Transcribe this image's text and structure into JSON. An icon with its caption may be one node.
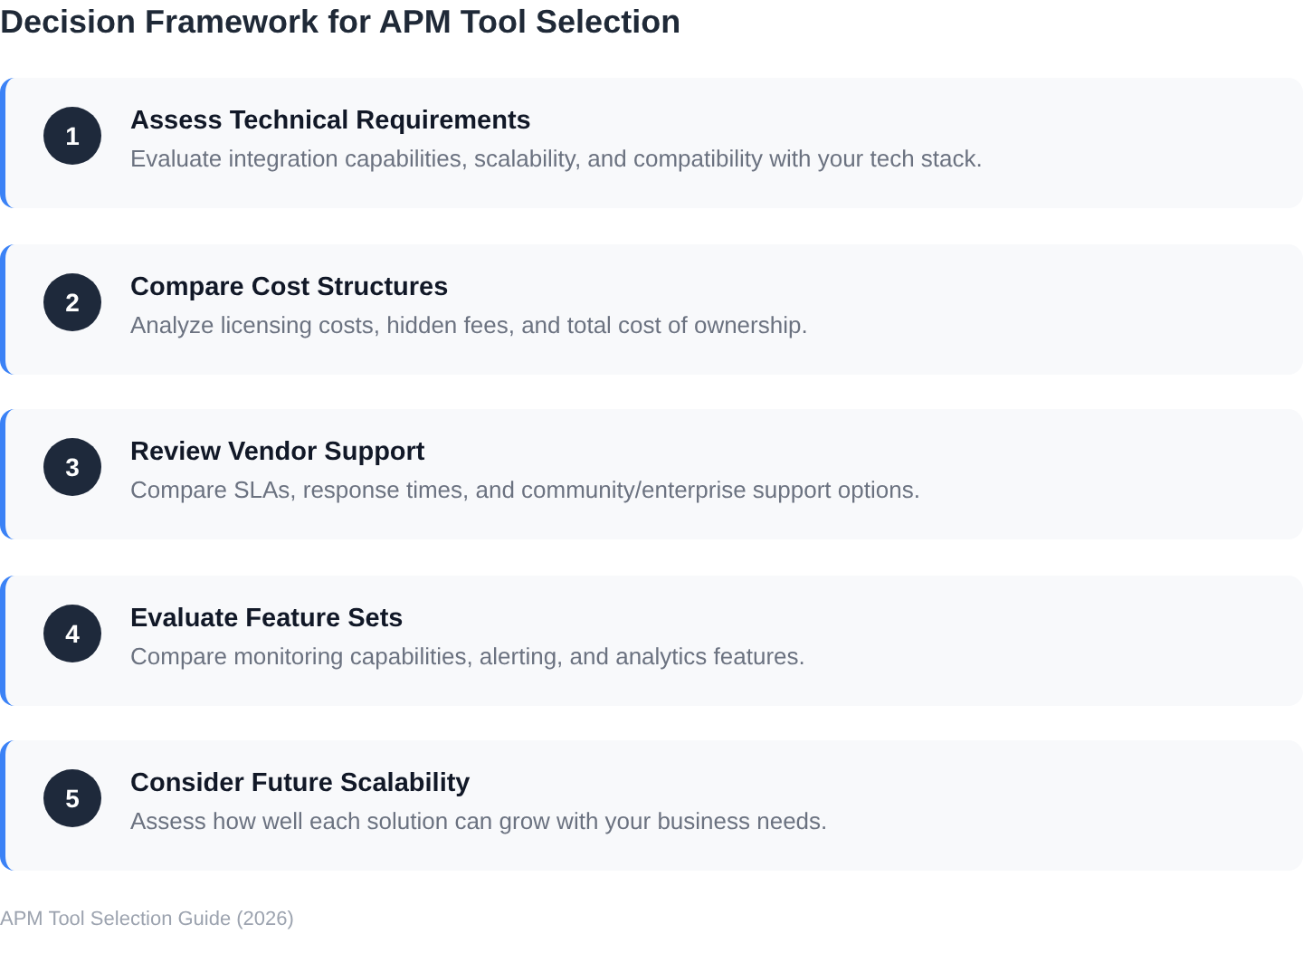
{
  "diagram": {
    "title": "Decision Framework for APM Tool Selection",
    "nodes": [
      {
        "text": [
          "Assess Technical Requirements",
          "Evaluate integration capabilities, scalability, and compatibility with your tech stack."
        ]
      },
      {
        "text": [
          "1"
        ],
        "in": 0
      },
      {
        "text": [
          "Compare Cost Structures",
          "Analyze licensing costs, hidden fees, and total cost of ownership."
        ]
      },
      {
        "text": [
          "2"
        ],
        "in": 2
      },
      {
        "text": [
          "Review Vendor Support",
          "Compare SLAs, response times, and community/enterprise support options."
        ]
      },
      {
        "text": [
          "3"
        ],
        "in": 4
      },
      {
        "text": [
          "Evaluate Feature Sets",
          "Compare monitoring capabilities, alerting, and analytics features."
        ]
      },
      {
        "text": [
          "4"
        ],
        "in": 6
      },
      {
        "text": [
          "Consider Future Scalability",
          "Assess how well each solution can grow with your business needs."
        ]
      },
      {
        "text": [
          "5"
        ],
        "in": 8
      }
    ],
    "caption": "APM Tool Selection Guide (2026)"
  }
}
